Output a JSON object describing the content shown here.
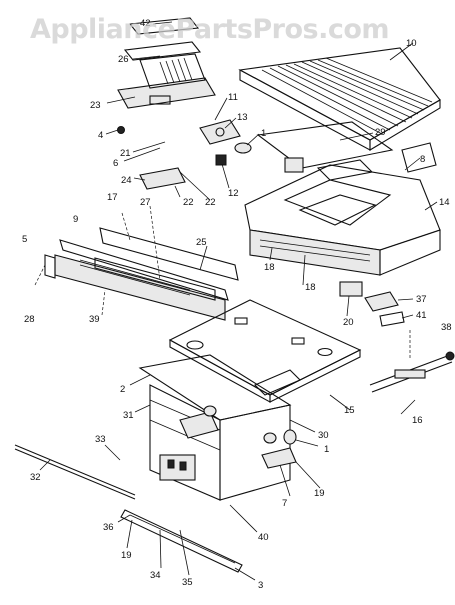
{
  "watermark": "AppliancePartsPros.com",
  "part_numbers": {
    "p1a": "1",
    "p1b": "1",
    "p2": "2",
    "p3": "3",
    "p4": "4",
    "p5": "5",
    "p6": "6",
    "p7": "7",
    "p8": "8",
    "p9": "9",
    "p10": "10",
    "p11": "11",
    "p12": "12",
    "p13": "13",
    "p14": "14",
    "p15": "15",
    "p16": "16",
    "p17": "17",
    "p18a": "18",
    "p18b": "18",
    "p19a": "19",
    "p19b": "19",
    "p20": "20",
    "p21": "21",
    "p22a": "22",
    "p22b": "22",
    "p23": "23",
    "p24": "24",
    "p25": "25",
    "p26": "26",
    "p27": "27",
    "p28": "28",
    "p29": "29",
    "p30": "30",
    "p31": "31",
    "p32": "32",
    "p33": "33",
    "p34": "34",
    "p35": "35",
    "p36": "36",
    "p37": "37",
    "p38": "38",
    "p39": "39",
    "p40": "40",
    "p41": "41",
    "p42": "42"
  }
}
